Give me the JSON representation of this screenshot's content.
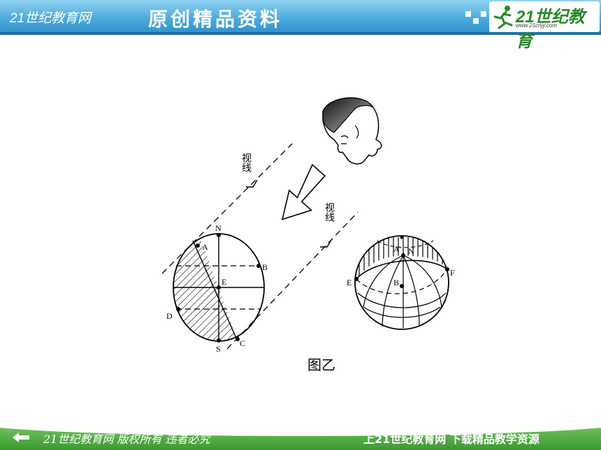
{
  "header": {
    "site_name": "21世纪教育网",
    "slogan": "原创精品资料",
    "logo_text": "21世纪教育",
    "logo_url": "www.21cnjy.com"
  },
  "footer": {
    "left_text": "21世纪教育网 版权所有 违者必究",
    "right_text": "上21世纪教育网 下载精品教学资源"
  },
  "diagram": {
    "sight_label_left": "视线",
    "sight_label_right": "视线",
    "caption": "图乙",
    "left_points": {
      "N": "N",
      "A": "A",
      "B": "B",
      "E": "E",
      "D": "D",
      "S": "S",
      "C": "C"
    },
    "right_points": {
      "A": "A",
      "N": "N",
      "E": "E",
      "B": "B",
      "F": "F"
    }
  }
}
